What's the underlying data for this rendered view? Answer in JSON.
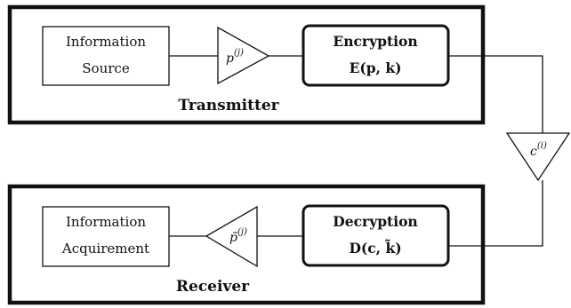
{
  "transmitter": {
    "title": "Transmitter",
    "source": {
      "line1": "Information",
      "line2": "Source"
    },
    "amplifier_label": "p",
    "amplifier_sup": "(j)",
    "encryption": {
      "title": "Encryption",
      "formula": "E(p, k)"
    }
  },
  "channel": {
    "amplifier_label": "c",
    "amplifier_sup": "(i)"
  },
  "receiver": {
    "title": "Receiver",
    "sink": {
      "line1": "Information",
      "line2": "Acquirement"
    },
    "amplifier_label": "p̃",
    "amplifier_sup": "(j)",
    "decryption": {
      "title": "Decryption",
      "formula": "D(c, k̃)"
    }
  }
}
